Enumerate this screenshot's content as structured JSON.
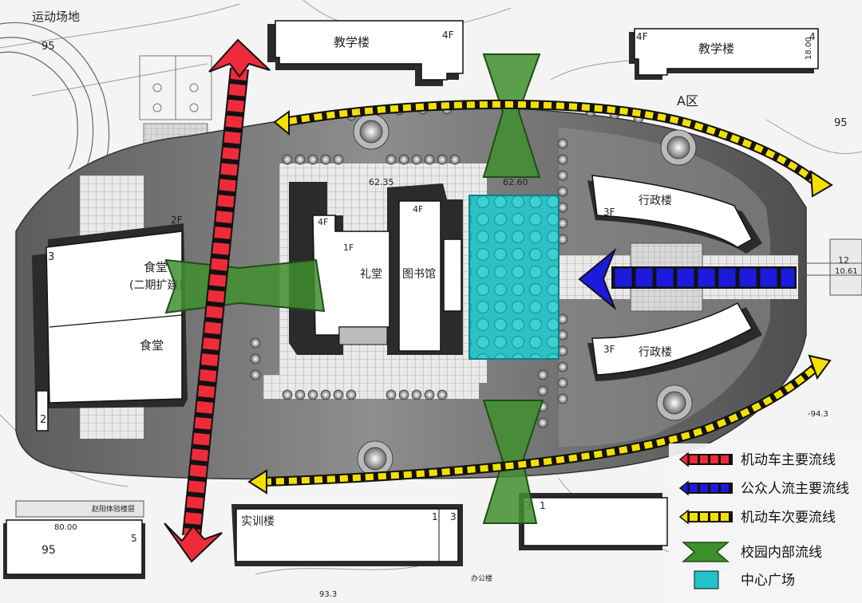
{
  "map_labels": {
    "sports_field": "运动场地",
    "teaching_bldg_left": "教学楼",
    "teaching_bldg_right": "教学楼",
    "zone_a": "A区",
    "admin_top": "行政楼",
    "admin_bottom": "行政楼",
    "canteen_ext_line1": "食堂",
    "canteen_ext_line2": "(二期扩建)",
    "canteen": "食堂",
    "auditorium": "礼堂",
    "library": "图书馆",
    "training_bldg": "实训楼",
    "office_bldg": "办公楼",
    "small_sign": "赵阳体验楼层"
  },
  "floor_labels": {
    "teach_left": "4F",
    "teach_right": "4F",
    "canteen_2f": "2F",
    "canteen_3": "3",
    "canteen_2": "2",
    "aud_4f": "4F",
    "aud_1f": "1F",
    "lib_4f": "4F",
    "admin_top_3f": "3F",
    "admin_bot_3f": "3F",
    "training_3": "3",
    "office_3": "3",
    "office_1": "1",
    "bottom_left_5": "5",
    "right_4": "4",
    "right_12": "12",
    "training_1": "1"
  },
  "elevations": {
    "e95_topleft": "95",
    "e95_right": "95",
    "e95_bottomleft": "95",
    "e6235": "62.35",
    "e6260": "62.60",
    "e8000": "80.00",
    "e1061": "10.61",
    "e943": "-94.3",
    "e933": "93.3",
    "e1800": "18.00"
  },
  "legend": [
    {
      "label": "机动车主要流线",
      "color": "#ee2222",
      "type": "red-arrow"
    },
    {
      "label": "公众人流主要流线",
      "color": "#1b1bdd",
      "type": "blue-arrow"
    },
    {
      "label": "机动车次要流线",
      "color": "#f4e000",
      "type": "yellow-arrow"
    },
    {
      "label": "校园内部流线",
      "color": "#3a8a2a",
      "type": "green-bowtie"
    },
    {
      "label": "中心广场",
      "color": "#22c3c8",
      "type": "cyan-square"
    }
  ]
}
